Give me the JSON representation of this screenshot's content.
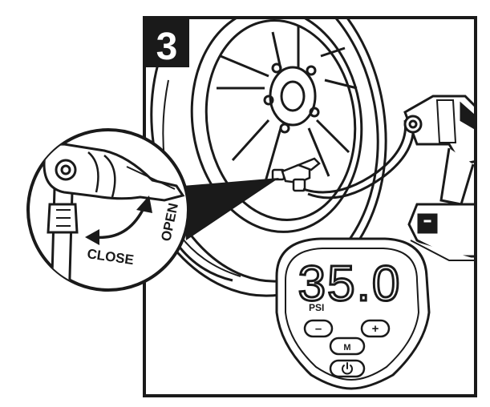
{
  "step_number": "3",
  "callout": {
    "open_label": "OPEN",
    "close_label": "CLOSE"
  },
  "display": {
    "reading": "35.0",
    "unit": "PSI"
  },
  "buttons": {
    "minus": "–",
    "plus": "+",
    "mode": "M"
  },
  "icons": {
    "power": "power-icon"
  },
  "colors": {
    "line": "#1a1a1a",
    "badge": "#1a1a1a",
    "badge_text": "#ffffff",
    "background": "#ffffff"
  }
}
